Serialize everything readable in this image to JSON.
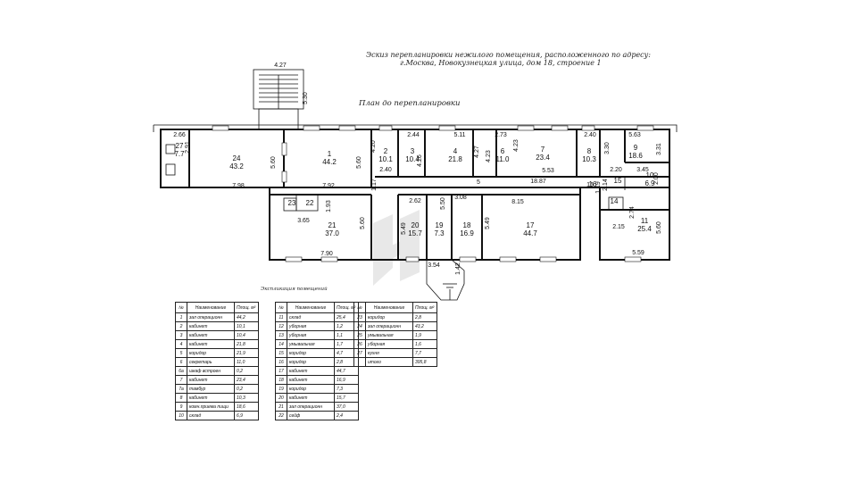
{
  "header": {
    "line1": "Эскиз перепланировки нежилого помещения, расположенного по адресу:",
    "line2": "г.Москва, Новокузнецкая улица, дом 18,  строение 1",
    "plan_title": "План до перепланировки"
  },
  "rooms": [
    {
      "n": "1",
      "area": "44.2"
    },
    {
      "n": "2",
      "area": "10.1"
    },
    {
      "n": "3",
      "area": "10.4"
    },
    {
      "n": "4",
      "area": "21.8"
    },
    {
      "n": "6",
      "area": "11.0"
    },
    {
      "n": "7",
      "area": "23.4"
    },
    {
      "n": "8",
      "area": "10.3"
    },
    {
      "n": "9",
      "area": "18.6"
    },
    {
      "n": "10",
      "area": "6.9"
    },
    {
      "n": "11",
      "area": "25.4"
    },
    {
      "n": "14",
      "area": ""
    },
    {
      "n": "15",
      "area": ""
    },
    {
      "n": "16",
      "area": ""
    },
    {
      "n": "17",
      "area": "44.7"
    },
    {
      "n": "18",
      "area": "16.9"
    },
    {
      "n": "19",
      "area": "7.3"
    },
    {
      "n": "20",
      "area": "15.7"
    },
    {
      "n": "21",
      "area": "37.0"
    },
    {
      "n": "22",
      "area": ""
    },
    {
      "n": "23",
      "area": ""
    },
    {
      "n": "24",
      "area": "43.2"
    },
    {
      "n": "27",
      "area": "7.7"
    }
  ],
  "dimensions": [
    "4.27",
    "5.30",
    "2.66",
    "2.91",
    "5.60",
    "7.98",
    "5.60",
    "7.92",
    "4.20",
    "2.40",
    "2.44",
    "4.26",
    "5.11",
    "4.27",
    "2.73",
    "4.23",
    "4.23",
    "5.53",
    "18.87",
    "2.40",
    "3.30",
    "5.63",
    "3.31",
    "2.20",
    "3.45",
    "2.14",
    "1.19",
    "2.00",
    "1.17",
    "2.62",
    "5.50",
    "3.08",
    "5",
    "8.15",
    "16",
    "5.49",
    "5.49",
    "5.60",
    "1.93",
    "3.65",
    "2.74",
    "2.15",
    "5.60",
    "5.59",
    "7.90",
    "3.54",
    "1.42"
  ],
  "explication": {
    "title": "Экспликация помещений",
    "headers": {
      "num": "№",
      "name": "Наименование",
      "area": "Площ. м²"
    },
    "table1": [
      [
        "1",
        "зал операционн",
        "44,2"
      ],
      [
        "2",
        "кабинет",
        "10,1"
      ],
      [
        "3",
        "кабинет",
        "10,4"
      ],
      [
        "4",
        "кабинет",
        "21,8"
      ],
      [
        "5",
        "коридор",
        "21,9"
      ],
      [
        "6",
        "секретарь",
        "11,0"
      ],
      [
        "6а",
        "шкаф встроен",
        "0,2"
      ],
      [
        "7",
        "кабинет",
        "23,4"
      ],
      [
        "7а",
        "тамбур",
        "0,2"
      ],
      [
        "8",
        "кабинет",
        "10,3"
      ],
      [
        "9",
        "комн.приема  пищи",
        "18,6"
      ],
      [
        "10",
        "склад",
        "6,9"
      ]
    ],
    "table2": [
      [
        "11",
        "склад",
        "25,4"
      ],
      [
        "12",
        "уборная",
        "1,2"
      ],
      [
        "13",
        "уборная",
        "1,1"
      ],
      [
        "14",
        "умывальная",
        "1,7"
      ],
      [
        "15",
        "коридор",
        "4,7"
      ],
      [
        "16",
        "коридор",
        "2,8"
      ],
      [
        "17",
        "кабинет",
        "44,7"
      ],
      [
        "18",
        "кабинет",
        "16,9"
      ],
      [
        "19",
        "коридор",
        "7,3"
      ],
      [
        "20",
        "кабинет",
        "15,7"
      ],
      [
        "21",
        "зал операционн",
        "37,0"
      ],
      [
        "22",
        "сейф",
        "2,4"
      ]
    ],
    "table3": [
      [
        "23",
        "коридор",
        "2,8"
      ],
      [
        "24",
        "зал операционн",
        "43,2"
      ],
      [
        "25",
        "умывальная",
        "1,9"
      ],
      [
        "26",
        "уборная",
        "1,6"
      ],
      [
        "27",
        "кухня",
        "7,7"
      ],
      [
        "",
        "итого",
        "395,8"
      ]
    ]
  }
}
